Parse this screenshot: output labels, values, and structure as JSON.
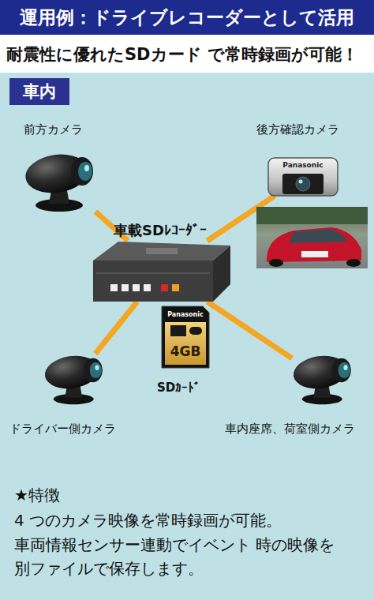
{
  "diagram": {
    "title": "運用例：ドライブレコーダーとして活用",
    "nodes": [
      {
        "text": [
          "車内"
        ]
      },
      {
        "text": [
          "前方カメラ"
        ],
        "in": 0
      },
      {
        "text": [
          "後方確認カメラ"
        ],
        "in": 0
      },
      {
        "text": [
          "車載SDﾚｺｰﾀﾞｰ"
        ],
        "in": 0
      },
      {
        "text": [
          "SDｶｰﾄﾞ"
        ],
        "in": 0
      },
      {
        "text": [
          "ドライバー側カメラ"
        ],
        "in": 0
      },
      {
        "text": [
          "車内座席、荷室側カメラ"
        ],
        "in": 0
      }
    ],
    "edges": [
      {
        "from": 3,
        "to": 1,
        "arrow": "none"
      },
      {
        "from": 3,
        "to": 2,
        "arrow": "none"
      },
      {
        "from": 3,
        "to": 5,
        "arrow": "none"
      },
      {
        "from": 3,
        "to": 6,
        "arrow": "none"
      }
    ],
    "labels": [
      "耐震性に優れたSDカード で常時録画が可能！",
      "Panasonic",
      "Panasonic",
      "4GB",
      "★特徴",
      "4 つのカメラ映像を常時録画が可能。",
      "車両情報センサー連動でイベント 時の映像を 別ファイルで保存します。"
    ]
  }
}
